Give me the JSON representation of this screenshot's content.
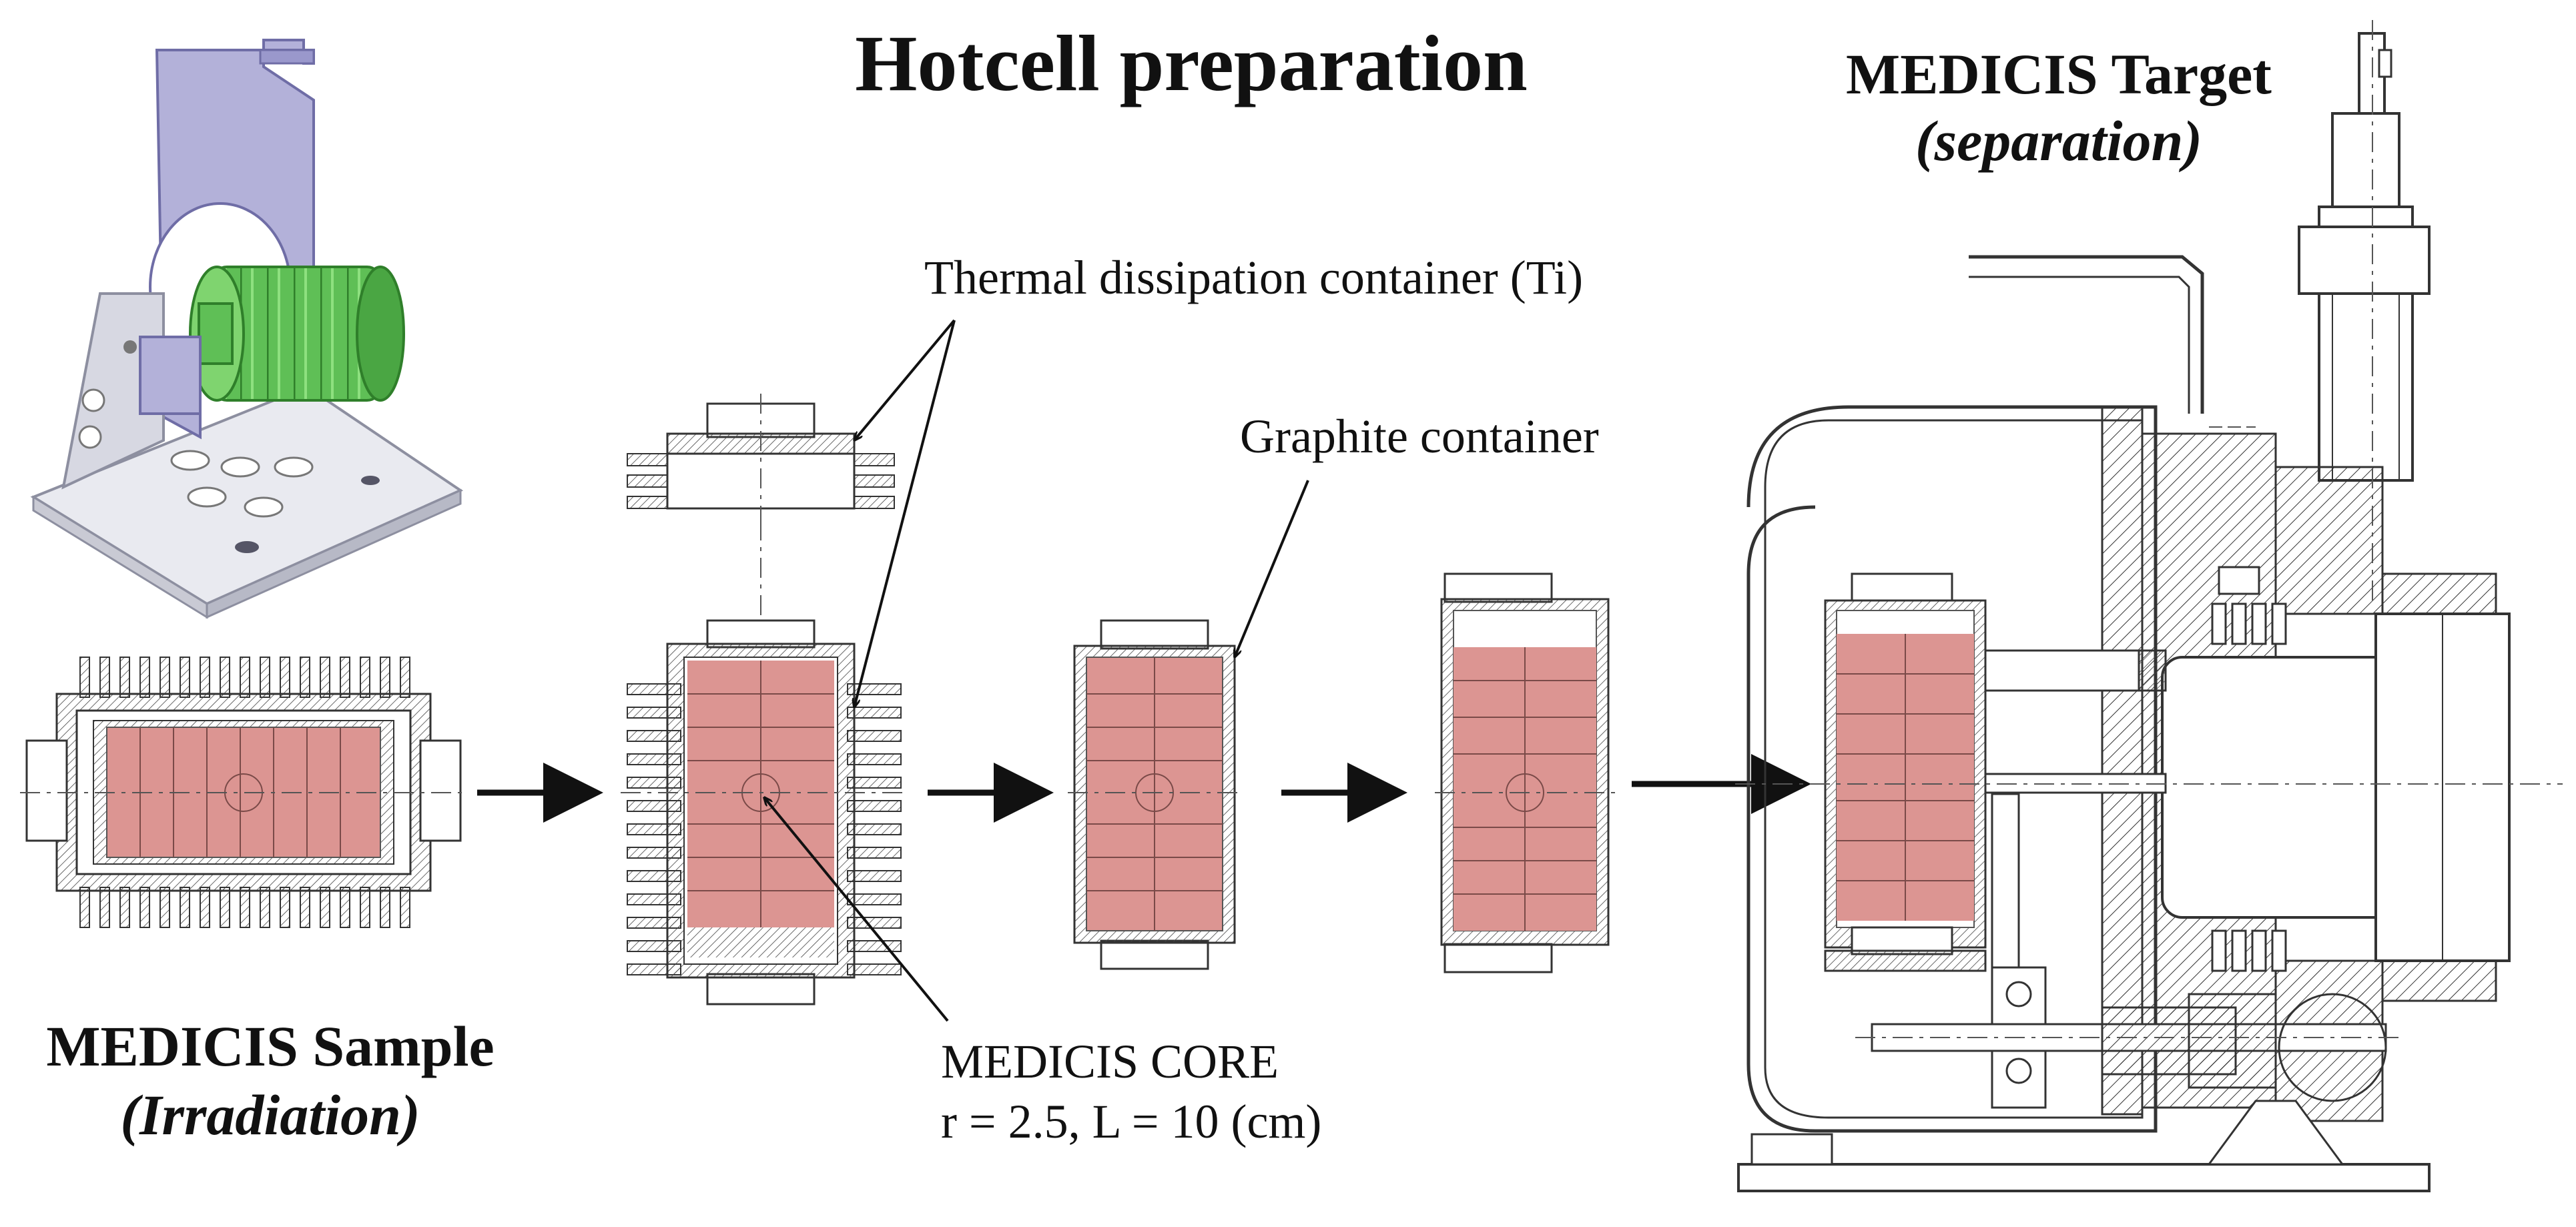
{
  "header": {
    "title": "Hotcell preparation"
  },
  "target": {
    "title": "MEDICIS Target",
    "subtitle": "(separation)"
  },
  "sample": {
    "title": "MEDICIS Sample",
    "subtitle": "(Irradiation)"
  },
  "labels": {
    "thermal": "Thermal dissipation container (Ti)",
    "graphite": "Graphite container",
    "core_title": "MEDICIS CORE",
    "core_dims": "r = 2.5, L = 10 (cm)"
  },
  "colors": {
    "core_fill": "#dc9592",
    "holder_purple": "#b3b1d9",
    "finned_green": "#5fbf56",
    "line": "#222222"
  }
}
